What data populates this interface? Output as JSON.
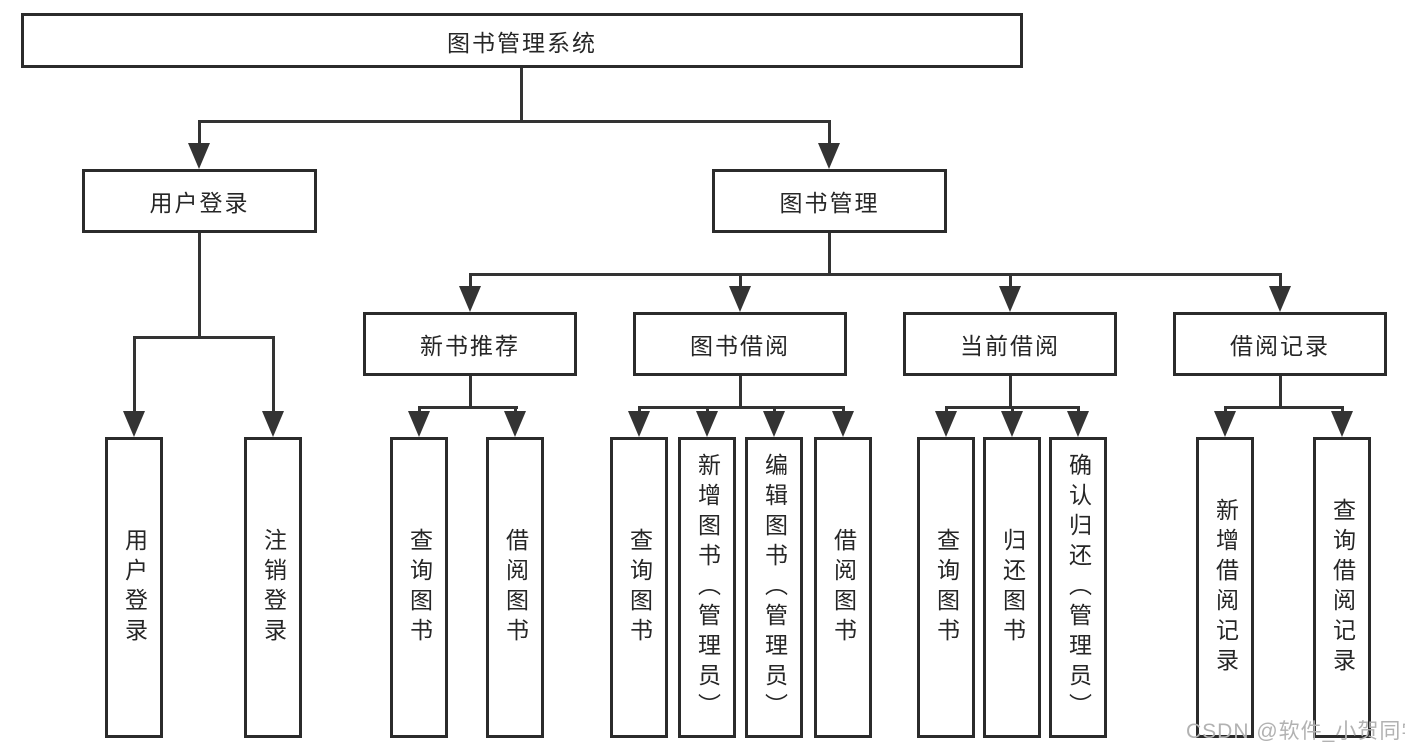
{
  "colors": {
    "line": "#333333",
    "box_border": "#2b2b2b",
    "text": "#262626",
    "watermark": "#b2b2b2",
    "background": "#ffffff"
  },
  "watermark": {
    "text": "CSDN @软件_小贺同学"
  },
  "tree": {
    "root": {
      "label": "图书管理系统"
    },
    "user_login": {
      "label": "用户登录",
      "children": [
        {
          "label": "用户登录"
        },
        {
          "label": "注销登录"
        }
      ]
    },
    "book_mgmt": {
      "label": "图书管理",
      "sections": [
        {
          "label": "新书推荐",
          "children": [
            {
              "label": "查询图书"
            },
            {
              "label": "借阅图书"
            }
          ]
        },
        {
          "label": "图书借阅",
          "children": [
            {
              "label": "查询图书"
            },
            {
              "label": "新增图书（管理员）"
            },
            {
              "label": "编辑图书（管理员）"
            },
            {
              "label": "借阅图书"
            }
          ]
        },
        {
          "label": "当前借阅",
          "children": [
            {
              "label": "查询图书"
            },
            {
              "label": "归还图书"
            },
            {
              "label": "确认归还（管理员）"
            }
          ]
        },
        {
          "label": "借阅记录",
          "children": [
            {
              "label": "新增借阅记录"
            },
            {
              "label": "查询借阅记录"
            }
          ]
        }
      ]
    }
  }
}
